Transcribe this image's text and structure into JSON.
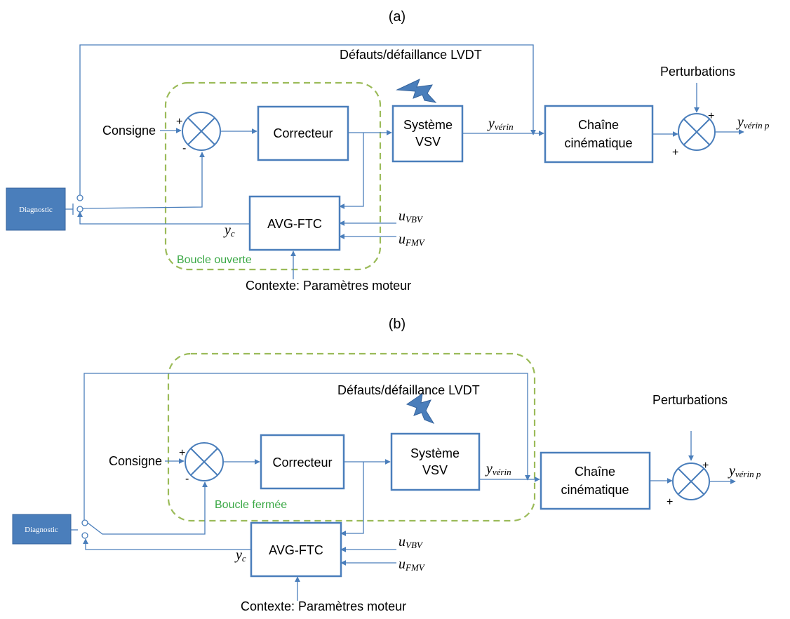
{
  "colors": {
    "line": "#4a7ebb",
    "group_border": "#9bbb59",
    "group_label": "#3aa845"
  },
  "diagrams": [
    {
      "title": "(a)",
      "consigne": "Consigne",
      "correcteur": "Correcteur",
      "systeme_line1": "Système",
      "systeme_line2": "VSV",
      "chaine_line1": "Chaîne",
      "chaine_line2": "cinématique",
      "avg": "AVG-FTC",
      "diagnostic": "Diagnostic",
      "defauts": "Défauts/défaillance LVDT",
      "perturbations": "Perturbations",
      "contexte": "Contexte: Paramètres moteur",
      "loop_label": "Boucle ouverte",
      "y_verin_base": "y",
      "y_verin_sub": "vérin",
      "y_verin_p_base": "y",
      "y_verin_p_sub": "vérin p",
      "u_vbv_base": "u",
      "u_vbv_sub": "VBV",
      "u_fmv_base": "u",
      "u_fmv_sub": "FMV",
      "y_c_base": "y",
      "y_c_sub": "c",
      "plus": "+",
      "minus": "-"
    },
    {
      "title": "(b)",
      "consigne": "Consigne",
      "correcteur": "Correcteur",
      "systeme_line1": "Système",
      "systeme_line2": "VSV",
      "chaine_line1": "Chaîne",
      "chaine_line2": "cinématique",
      "avg": "AVG-FTC",
      "diagnostic": "Diagnostic",
      "defauts": "Défauts/défaillance LVDT",
      "perturbations": "Perturbations",
      "contexte": "Contexte: Paramètres moteur",
      "loop_label": "Boucle fermée",
      "y_verin_base": "y",
      "y_verin_sub": "vérin",
      "y_verin_p_base": "y",
      "y_verin_p_sub": "vérin p",
      "u_vbv_base": "u",
      "u_vbv_sub": "VBV",
      "u_fmv_base": "u",
      "u_fmv_sub": "FMV",
      "y_c_base": "y",
      "y_c_sub": "c",
      "plus": "+",
      "minus": "-"
    }
  ]
}
